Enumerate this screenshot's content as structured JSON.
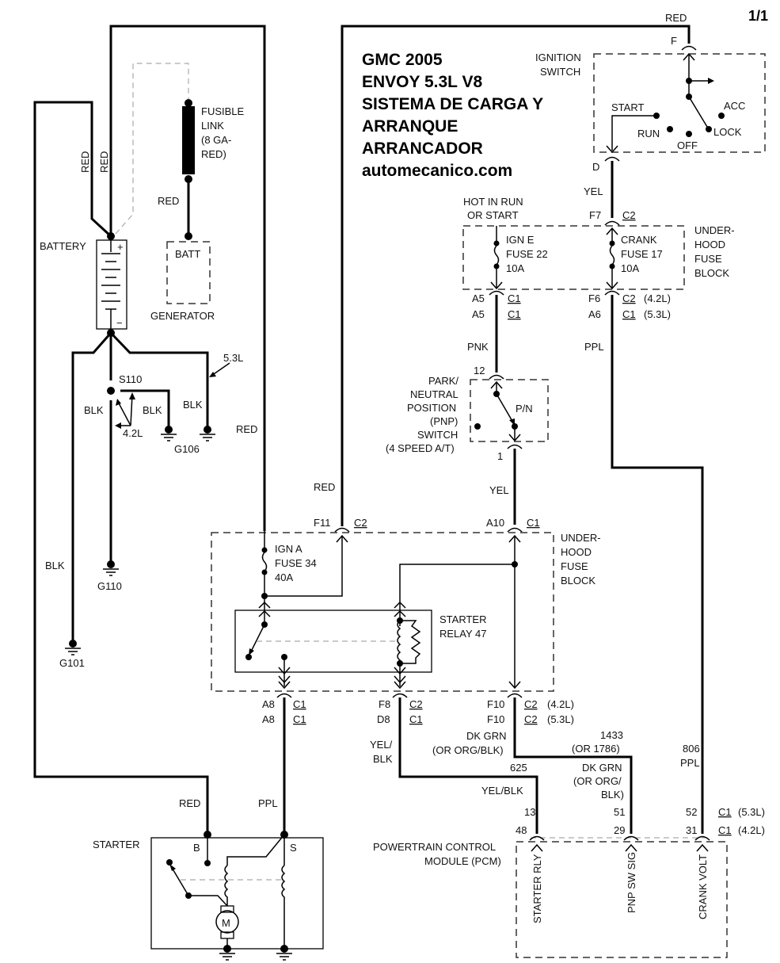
{
  "page_indicator": "1/1",
  "title": {
    "line1": "GMC 2005",
    "line2": "ENVOY 5.3L V8",
    "line3": "SISTEMA DE CARGA Y",
    "line4": "ARRANQUE",
    "line5": "ARRANCADOR",
    "website": "automecanico.com"
  },
  "ignition_switch": {
    "label1": "IGNITION",
    "label2": "SWITCH",
    "pin_in": "F",
    "pin_out": "D",
    "wire_in": "RED",
    "wire_out": "YEL",
    "positions": {
      "start": "START",
      "run": "RUN",
      "off": "OFF",
      "lock": "LOCK",
      "acc": "ACC"
    }
  },
  "battery": {
    "label": "BATTERY",
    "plus": "+",
    "minus": "−",
    "wire1": "RED",
    "wire2": "RED"
  },
  "fusible_link": {
    "l1": "FUSIBLE",
    "l2": "LINK",
    "l3": "(8 GA-",
    "l4": "RED)",
    "wire": "RED"
  },
  "generator": {
    "label": "GENERATOR",
    "terminal": "BATT"
  },
  "grounds": {
    "s110": "S110",
    "blk1": "BLK",
    "blk2": "BLK",
    "blk3": "BLK",
    "blk4": "BLK",
    "v42": "4.2L",
    "v53": "5.3L",
    "g106": "G106",
    "g110": "G110",
    "g101": "G101"
  },
  "upper_fuse_block": {
    "hot_l1": "HOT IN RUN",
    "hot_l2": "OR START",
    "ign_e": {
      "l1": "IGN E",
      "l2": "FUSE 22",
      "l3": "10A"
    },
    "crank": {
      "l1": "CRANK",
      "l2": "FUSE 17",
      "l3": "10A"
    },
    "f7": "F7",
    "c2": "C2",
    "name_l1": "UNDER-",
    "name_l2": "HOOD",
    "name_l3": "FUSE",
    "name_l4": "BLOCK",
    "a5_1": "A5",
    "a5_2": "A5",
    "c1_1": "C1",
    "c1_2": "C1",
    "f6": "F6",
    "a6": "A6",
    "c2_b": "C2",
    "c1_b": "C1",
    "v42": "(4.2L)",
    "v53": "(5.3L)",
    "wire_pnk": "PNK",
    "wire_ppl": "PPL"
  },
  "pnp_switch": {
    "pin12": "12",
    "pin1": "1",
    "l1": "PARK/",
    "l2": "NEUTRAL",
    "l3": "POSITION",
    "l4": "(PNP)",
    "l5": "SWITCH",
    "l6": "(4 SPEED A/T)",
    "pn": "P/N",
    "wire_out": "YEL"
  },
  "lower_fuse_block": {
    "wire_red_left": "RED",
    "wire_red_mid": "RED",
    "f11": "F11",
    "c2": "C2",
    "a10": "A10",
    "c1": "C1",
    "ign_a": {
      "l1": "IGN A",
      "l2": "FUSE 34",
      "l3": "40A"
    },
    "relay_l1": "STARTER",
    "relay_l2": "RELAY 47",
    "name_l1": "UNDER-",
    "name_l2": "HOOD",
    "name_l3": "FUSE",
    "name_l4": "BLOCK",
    "a8_1": "A8",
    "a8_2": "A8",
    "c1_a": "C1",
    "c1_b": "C1",
    "f8": "F8",
    "d8": "D8",
    "c2_c": "C2",
    "c1_c": "C1",
    "f10_1": "F10",
    "f10_2": "F10",
    "c2_d": "C2",
    "c2_e": "C2",
    "v42": "(4.2L)",
    "v53": "(5.3L)"
  },
  "wires": {
    "ppl": "PPL",
    "yelblk_l1": "YEL/",
    "yelblk_l2": "BLK",
    "dkgrn_l1": "DK GRN",
    "dkgrn_l2": "(OR ORG/BLK)",
    "c625": "625",
    "yelblk": "YEL/BLK",
    "c1433": "1433",
    "c1786": "(OR 1786)",
    "dkgrn2_l1": "DK GRN",
    "dkgrn2_l2": "(OR ORG/",
    "dkgrn2_l3": "BLK)",
    "c806": "806",
    "ppl2": "PPL",
    "red_starter": "RED",
    "ppl_starter": "PPL"
  },
  "pcm": {
    "l1": "POWERTRAIN CONTROL",
    "l2": "MODULE (PCM)",
    "p13": "13",
    "p48": "48",
    "p51": "51",
    "p29": "29",
    "p52": "52",
    "p31": "31",
    "c1_a": "C1",
    "c1_b": "C1",
    "v53": "(5.3L)",
    "v42": "(4.2L)",
    "sig1": "STARTER RLY",
    "sig2": "PNP SW SIG",
    "sig3": "CRANK VOLT"
  },
  "starter": {
    "label": "STARTER",
    "b": "B",
    "s": "S",
    "motor": "M"
  }
}
